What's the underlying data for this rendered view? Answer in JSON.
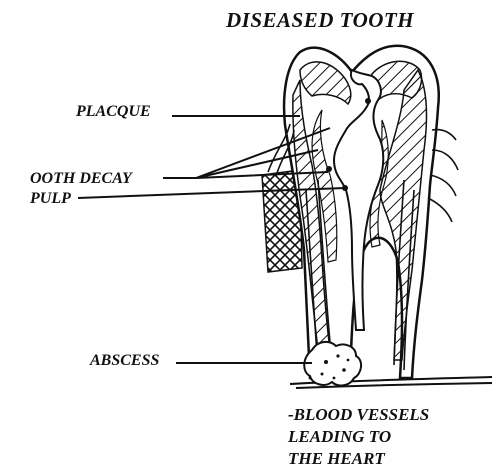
{
  "title": "DISEASED TOOTH",
  "labels": {
    "plaque": "PLACQUE",
    "tooth_decay": "OOTH DECAY",
    "pulp": "PULP",
    "abscess": "ABSCESS",
    "blood_vessels": [
      "BLOOD VESSELS",
      "LEADING TO",
      "THE HEART"
    ]
  },
  "colors": {
    "ink": "#111111",
    "background": "#ffffff"
  }
}
